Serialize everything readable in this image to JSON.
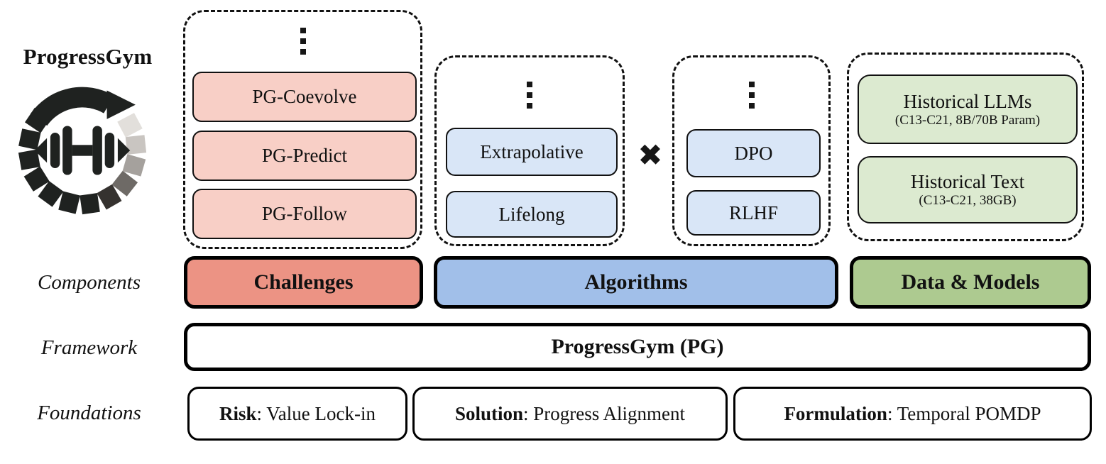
{
  "brand": {
    "title": "ProgressGym"
  },
  "row_labels": {
    "components": "Components",
    "framework": "Framework",
    "foundations": "Foundations"
  },
  "challenges": {
    "band_label": "Challenges",
    "items": [
      "PG-Coevolve",
      "PG-Predict",
      "PG-Follow"
    ]
  },
  "algorithms": {
    "band_label": "Algorithms",
    "left_items": [
      "Extrapolative",
      "Lifelong"
    ],
    "right_items": [
      "DPO",
      "RLHF"
    ],
    "times_symbol": "✖"
  },
  "data_models": {
    "band_label": "Data & Models",
    "items": [
      {
        "title": "Historical LLMs",
        "subtitle": "(C13-C21, 8B/70B Param)"
      },
      {
        "title": "Historical Text",
        "subtitle": "(C13-C21, 38GB)"
      }
    ]
  },
  "framework": {
    "label": "ProgressGym (PG)"
  },
  "foundations": [
    {
      "term": "Risk",
      "desc": ": Value Lock-in"
    },
    {
      "term": "Solution",
      "desc": ": Progress Alignment"
    },
    {
      "term": "Formulation",
      "desc": ": Temporal POMDP"
    }
  ],
  "colors": {
    "pink_fill": "#f8cfc6",
    "pink_dark": "#ec9384",
    "blue_fill": "#d9e6f7",
    "blue_dark": "#a1bfe9",
    "green_fill": "#dcead0",
    "green_dark": "#adca90",
    "ink": "#111111"
  }
}
